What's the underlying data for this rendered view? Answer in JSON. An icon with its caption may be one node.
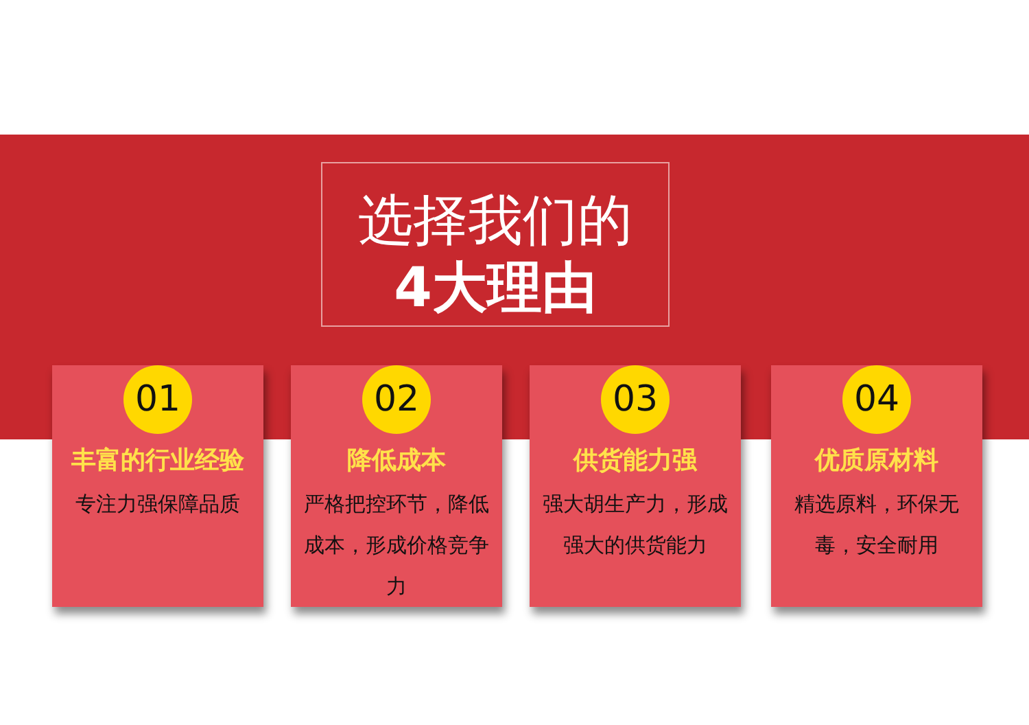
{
  "diagram": {
    "nodes": [
      {
        "text": [
          "选择我们的",
          "4大理由"
        ]
      },
      {
        "text": [
          "丰富的行业经验",
          "专注力强保障品质"
        ]
      },
      {
        "text": [
          "01"
        ],
        "in": 1
      },
      {
        "text": [
          "降低成本",
          "严格把控环节，降低成本，形成价格竞争力"
        ]
      },
      {
        "text": [
          "02"
        ],
        "in": 3
      },
      {
        "text": [
          "供货能力强",
          "强大胡生产力，形成强大的供货能力"
        ]
      },
      {
        "text": [
          "03"
        ],
        "in": 5
      },
      {
        "text": [
          "优质原材料",
          "精选原料，环保无毒，安全耐用"
        ]
      },
      {
        "text": [
          "04"
        ],
        "in": 7
      }
    ]
  }
}
